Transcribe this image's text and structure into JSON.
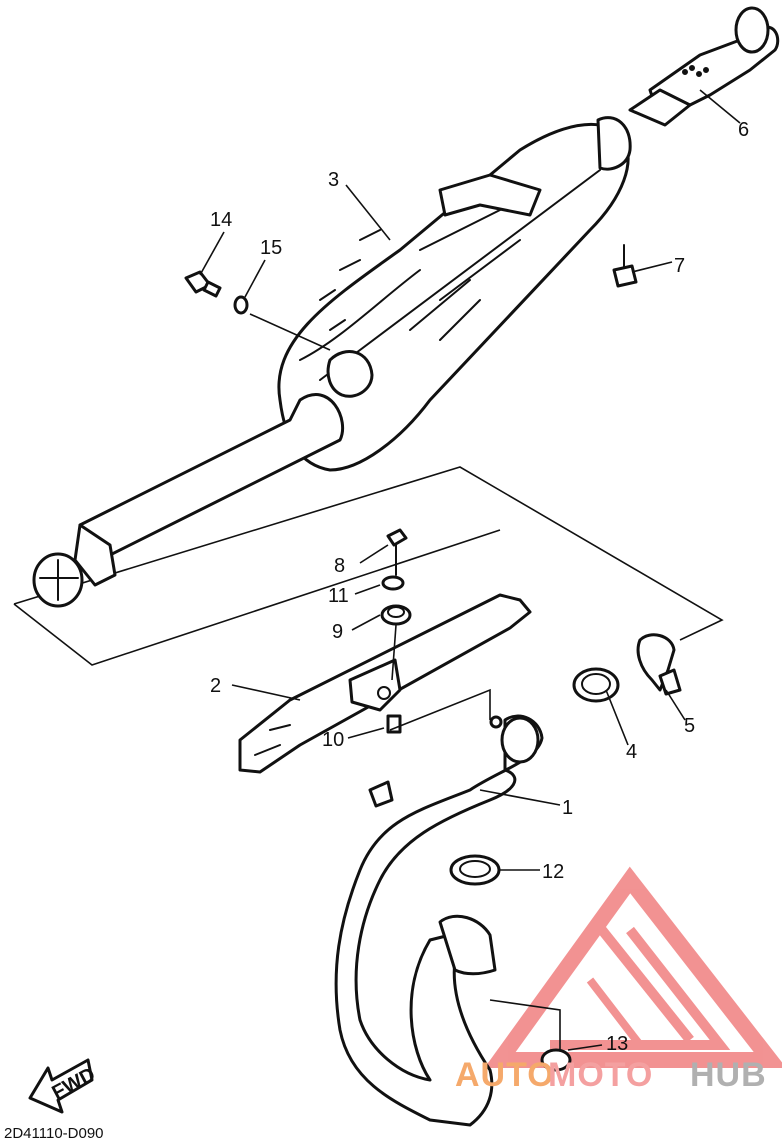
{
  "diagram_code": "2D41110-D090",
  "fwd_label": "FWD",
  "watermark": {
    "text_part1": "AUTO",
    "text_part2": "MOTO",
    "text_part3": "HUB",
    "color_part1": "#f5a96b",
    "color_part2": "#f4a0a0",
    "color_part3": "#b0b0b0",
    "logo_color": "#f08080"
  },
  "callouts": [
    {
      "id": "1",
      "label": "1"
    },
    {
      "id": "2",
      "label": "2"
    },
    {
      "id": "3",
      "label": "3"
    },
    {
      "id": "4",
      "label": "4"
    },
    {
      "id": "5",
      "label": "5"
    },
    {
      "id": "6",
      "label": "6"
    },
    {
      "id": "7",
      "label": "7"
    },
    {
      "id": "8",
      "label": "8"
    },
    {
      "id": "9",
      "label": "9"
    },
    {
      "id": "10",
      "label": "10"
    },
    {
      "id": "11",
      "label": "11"
    },
    {
      "id": "12",
      "label": "12"
    },
    {
      "id": "13",
      "label": "13"
    },
    {
      "id": "14",
      "label": "14"
    },
    {
      "id": "15",
      "label": "15"
    }
  ]
}
